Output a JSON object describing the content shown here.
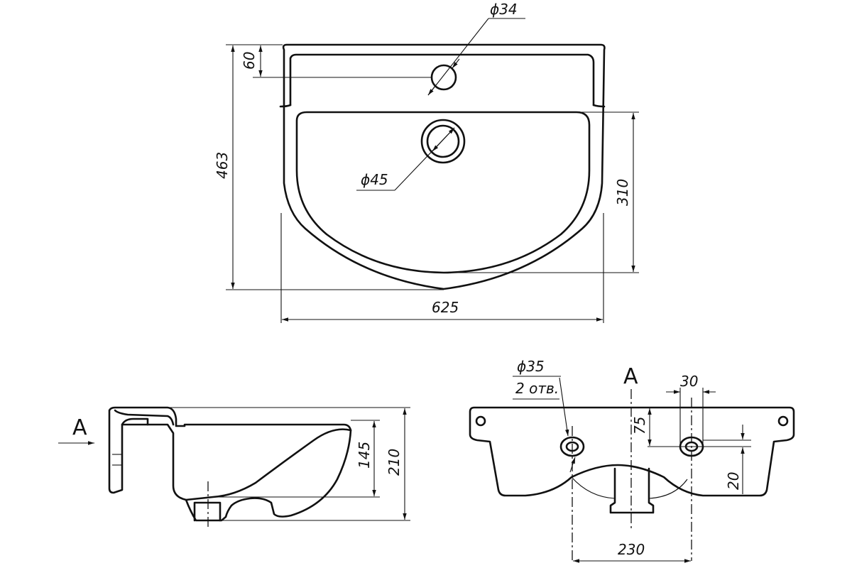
{
  "top_view": {
    "dim_width": "625",
    "dim_height": "463",
    "dim_tap_offset": "60",
    "dim_bowl_depth": "310",
    "dim_tap_hole": "ϕ34",
    "dim_drain_hole": "ϕ45"
  },
  "side_view": {
    "section_label": "A",
    "dim_bowl_height": "145",
    "dim_total_height": "210"
  },
  "rear_view": {
    "section_label": "A",
    "dim_mount_hole": "ϕ35",
    "dim_mount_hole_count": "2 отв.",
    "dim_hole_offset": "30",
    "dim_hole_height": "75",
    "dim_bottom": "20",
    "dim_hole_spacing": "230"
  }
}
